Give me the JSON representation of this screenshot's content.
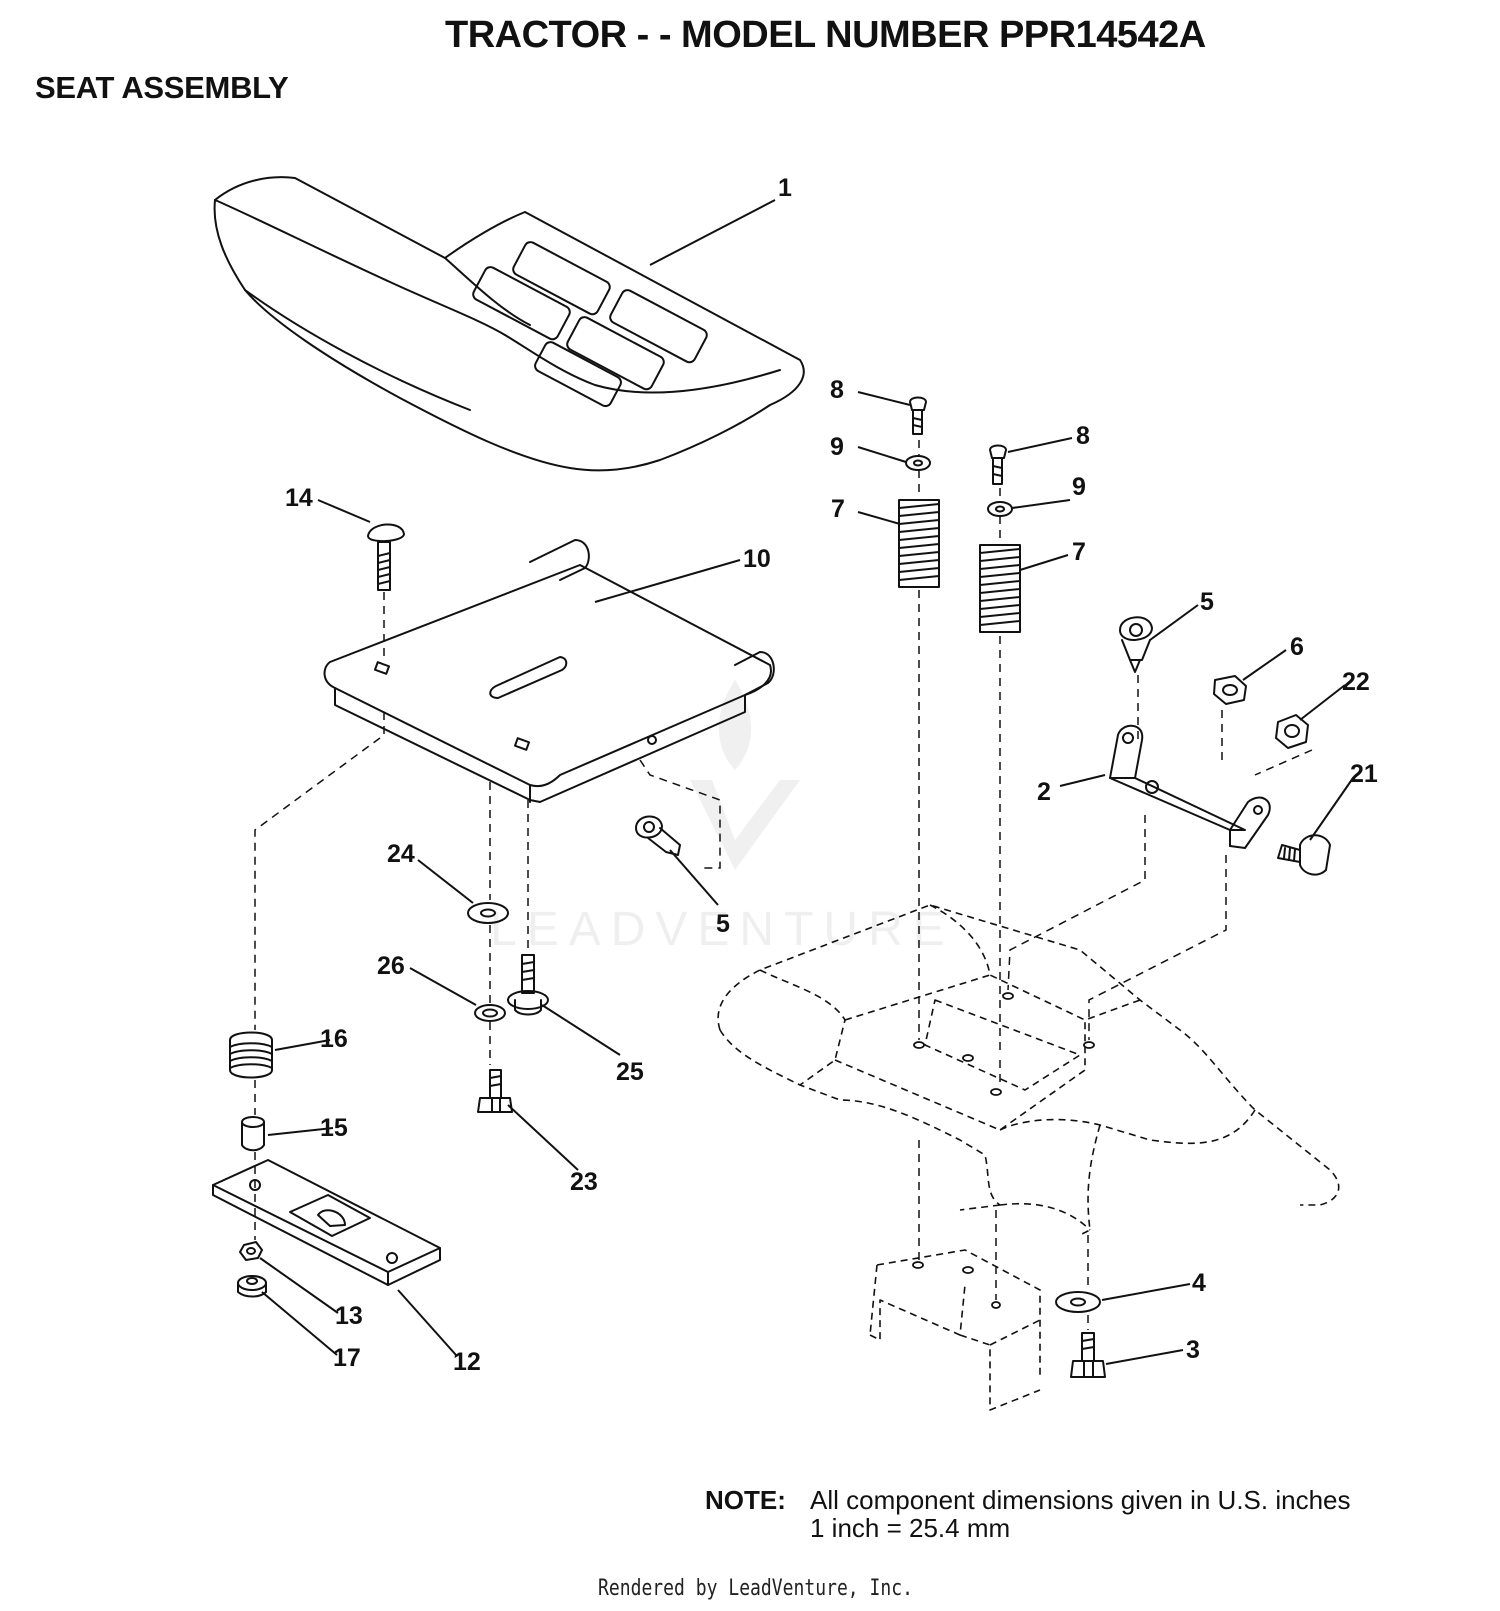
{
  "header": {
    "title": "TRACTOR - - MODEL NUMBER PPR14542A",
    "subtitle": "SEAT ASSEMBLY"
  },
  "watermark": {
    "text": "LEADVENTURE"
  },
  "callouts": [
    {
      "id": "c1",
      "label": "1"
    },
    {
      "id": "c8a",
      "label": "8"
    },
    {
      "id": "c9a",
      "label": "9"
    },
    {
      "id": "c8b",
      "label": "8"
    },
    {
      "id": "c7a",
      "label": "7"
    },
    {
      "id": "c9b",
      "label": "9"
    },
    {
      "id": "c7b",
      "label": "7"
    },
    {
      "id": "c14",
      "label": "14"
    },
    {
      "id": "c10",
      "label": "10"
    },
    {
      "id": "c5a",
      "label": "5"
    },
    {
      "id": "c6",
      "label": "6"
    },
    {
      "id": "c22",
      "label": "22"
    },
    {
      "id": "c2",
      "label": "2"
    },
    {
      "id": "c21",
      "label": "21"
    },
    {
      "id": "c24",
      "label": "24"
    },
    {
      "id": "c5b",
      "label": "5"
    },
    {
      "id": "c26",
      "label": "26"
    },
    {
      "id": "c25",
      "label": "25"
    },
    {
      "id": "c16",
      "label": "16"
    },
    {
      "id": "c15",
      "label": "15"
    },
    {
      "id": "c23",
      "label": "23"
    },
    {
      "id": "c13",
      "label": "13"
    },
    {
      "id": "c17",
      "label": "17"
    },
    {
      "id": "c12",
      "label": "12"
    },
    {
      "id": "c4",
      "label": "4"
    },
    {
      "id": "c3",
      "label": "3"
    }
  ],
  "note": {
    "label": "NOTE:",
    "line1": "All component dimensions given in U.S. inches",
    "line2": "1 inch = 25.4 mm"
  },
  "footer": "Rendered by LeadVenture, Inc."
}
